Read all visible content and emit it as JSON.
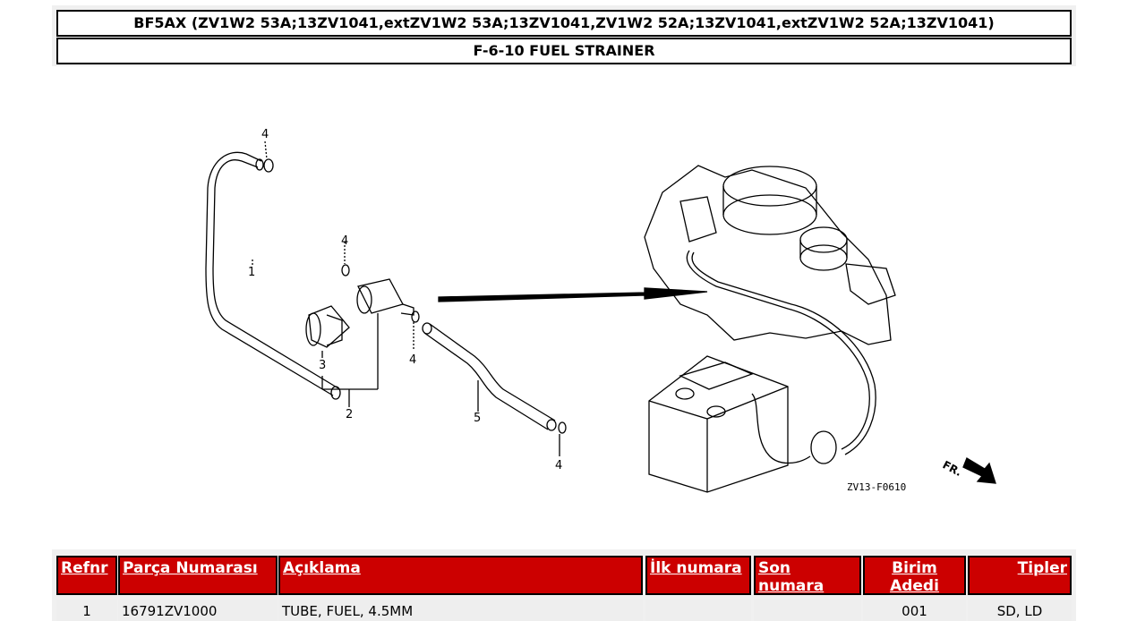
{
  "header": {
    "model_line": "BF5AX (ZV1W2 53A;13ZV1041,extZV1W2 53A;13ZV1041,ZV1W2 52A;13ZV1041,extZV1W2 52A;13ZV1041)",
    "section_title": "F-6-10 FUEL STRAINER"
  },
  "diagram": {
    "callouts": [
      "1",
      "2",
      "3",
      "4",
      "4",
      "4",
      "4",
      "5"
    ],
    "drawing_code": "ZV13-F0610",
    "direction_label": "FR."
  },
  "table": {
    "headers": [
      "Refnr",
      "Parça Numarası",
      "Açıklama",
      "İlk numara",
      "Son numara",
      "Birim Adedi",
      "Tipler"
    ],
    "rows": [
      {
        "refnr": "1",
        "part_number": "16791ZV1000",
        "description": "TUBE, FUEL, 4.5MM",
        "first": "",
        "last": "",
        "qty": "001",
        "types": "SD, LD"
      }
    ]
  },
  "colors": {
    "header_red": "#cc0000",
    "header_text": "#ffffff"
  }
}
